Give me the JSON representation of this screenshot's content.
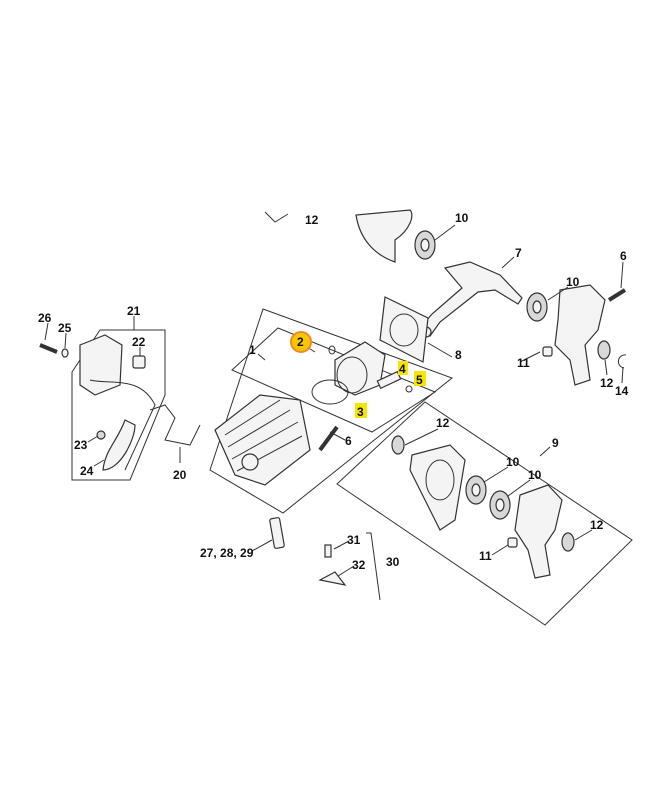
{
  "diagram": {
    "title": "Cylinder and crankcase exploded parts diagram",
    "highlight_color": "#f7e400",
    "selected_ring_color": "#f08a24",
    "selected_part": "2",
    "labels": {
      "l12a": "12",
      "l10a": "10",
      "l7": "7",
      "l6a": "6",
      "l10b": "10",
      "l26": "26",
      "l25": "25",
      "l21": "21",
      "l22": "22",
      "l1": "1",
      "l2": "2",
      "l8": "8",
      "l4": "4",
      "l5": "5",
      "l3": "3",
      "l11a": "11",
      "l12b": "12",
      "l14": "14",
      "l23": "23",
      "l24": "24",
      "l20": "20",
      "l6b": "6",
      "l12c": "12",
      "l9": "9",
      "l10c": "10",
      "l10d": "10",
      "l12d": "12",
      "l11b": "11",
      "l272829": "27, 28, 29",
      "l31": "31",
      "l32": "32",
      "l30": "30"
    }
  }
}
